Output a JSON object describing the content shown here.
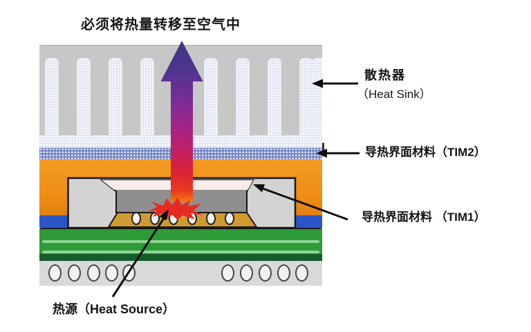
{
  "figure": {
    "top_caption": "必须将热量转移至空气中",
    "labels": {
      "heat_sink_cn": "散热器",
      "heat_sink_en": "（Heat Sink）",
      "tim2": "导热界面材料（TIM2）",
      "tim1": "导热界面材料 （TIM1）",
      "heat_source": "热源（Heat Source）"
    },
    "colors": {
      "text": "#141414",
      "heat_sink_body": "#c7c7c7",
      "fin": "#e2e6f1",
      "tim2_layer": "#7486c6",
      "lid_orange": "#f29c22",
      "sealant_blue": "#2c55c8",
      "lid_gray": "#d3d3d3",
      "die_gray": "#8f8f8f",
      "tim1_layer": "#f8ecea",
      "substrate_gold": "#cf9b30",
      "pcb_green": "#2e9a38",
      "pcb_stripe": "#8ed693",
      "pcb_dark": "#175c2b",
      "ball_fill": "#f2f2f2",
      "heat_red": "#e62b24",
      "arrow_top": "#3d3a83",
      "arrow_bottom": "#f47a15",
      "annotation": "#0d0d0d"
    }
  }
}
